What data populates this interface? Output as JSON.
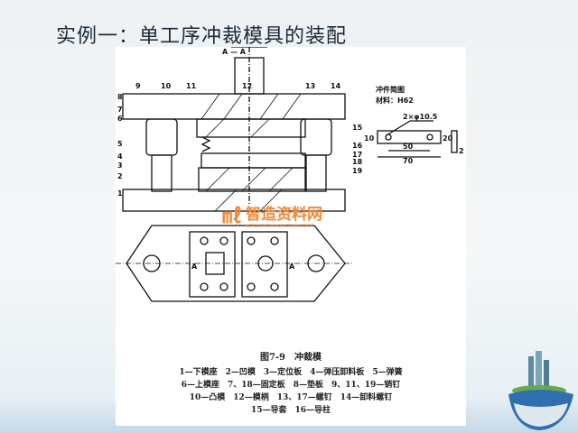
{
  "title": "实例一：单工序冲裁模具的装配",
  "drawing": {
    "section_label": "A — A",
    "part_numbers": [
      "1",
      "2",
      "3",
      "4",
      "5",
      "6",
      "7",
      "8",
      "9",
      "10",
      "11",
      "12",
      "13",
      "14",
      "15",
      "16",
      "17",
      "18",
      "19"
    ],
    "part_drawing": {
      "title": "冲件简图",
      "material": "材料：H62",
      "hole_dim": "2×φ10.5",
      "dims": [
        "10",
        "20",
        "50",
        "70",
        "2"
      ]
    },
    "plan_view_labels": [
      "A",
      "A"
    ]
  },
  "watermark": {
    "text": "智造资料网",
    "subtext": "INTELLIGENT MANUFACTURING DATA",
    "color": "#f08a3a"
  },
  "caption": {
    "figure_title": "图7-9　冲裁模",
    "lines": [
      "1—下模座　2—凹模　3—定位板　4—弹压卸料板　5—弹簧",
      "6—上模座　7、18—固定板　8—垫板　9、11、19—销钉",
      "10—凸模　12—模柄　13、17—螺钉　14—卸料螺钉",
      "15—导套　16—导柱"
    ]
  }
}
